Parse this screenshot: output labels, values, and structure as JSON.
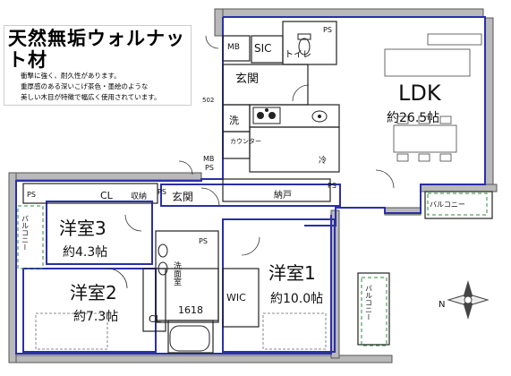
{
  "caption": {
    "title": "天然無垢ウォルナット材",
    "lines": [
      "衝撃に強く、耐久性があります。",
      "重厚感のある深いこげ茶色・墨絵のような",
      "美しい木目が特徴で幅広く使用されています。"
    ]
  },
  "rooms": {
    "ldk": {
      "name": "LDK",
      "area": "約26.5帖"
    },
    "western1": {
      "name": "洋室1",
      "area": "約10.0帖"
    },
    "western2": {
      "name": "洋室2",
      "area": "約7.3帖"
    },
    "western3": {
      "name": "洋室3",
      "area": "約4.3帖"
    }
  },
  "labels": {
    "mb_top": "MB",
    "sic": "SIC",
    "toilet": "トイレ",
    "entrance_upper": "玄関",
    "ps_upper": "PS",
    "number_502": "502",
    "wash": "洗",
    "counter": "カウンター",
    "mb_ps": "MB\nPS",
    "refrigerator": "冷",
    "ps_right": "PS",
    "storage_nado": "納戸",
    "cl_corridor": "CL",
    "storage_shuno": "収納",
    "ps_corridor": "PS",
    "entrance_lower": "玄関",
    "ps_left": "PS",
    "balcony_left": "バルコニー",
    "washroom": "洗面室",
    "ps_washroom": "PS",
    "wic": "WIC",
    "unitbath": "1618",
    "cl_bottom": "CL",
    "balcony_bottom": "バルコニー",
    "balcony_right": "バルコニー",
    "compass_n": "N"
  }
}
